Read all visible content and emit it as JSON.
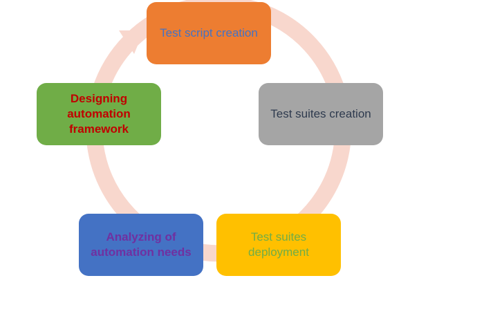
{
  "diagram": {
    "ring_color": "#f8d7cd",
    "nodes": [
      {
        "label": "Test script creation",
        "fill": "#ed7d31",
        "text_color": "#4472c4",
        "bold": false
      },
      {
        "label": "Test suites creation",
        "fill": "#a5a5a5",
        "text_color": "#2e3a4e",
        "bold": false
      },
      {
        "label": "Test suites deployment",
        "fill": "#ffc000",
        "text_color": "#70ad47",
        "bold": false
      },
      {
        "label": "Analyzing of automation needs",
        "fill": "#4472c4",
        "text_color": "#7030a0",
        "bold": true
      },
      {
        "label": "Designing automation framework",
        "fill": "#70ad47",
        "text_color": "#c00000",
        "bold": true
      }
    ]
  }
}
